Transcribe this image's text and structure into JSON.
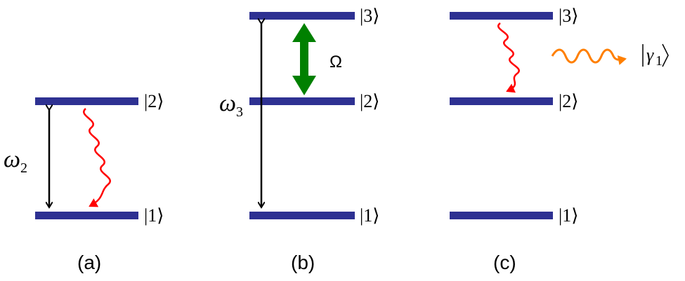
{
  "colors": {
    "level": "#2e3192",
    "decay": "#ff0000",
    "drive": "#008000",
    "photon": "#ff7f00",
    "arrow": "#000000"
  },
  "panels": [
    {
      "caption": "(a)",
      "levels": [
        {
          "label": "|2⟩"
        },
        {
          "label": "|1⟩"
        }
      ],
      "frequency": {
        "symbol": "ω",
        "subscript": "2"
      }
    },
    {
      "caption": "(b)",
      "levels": [
        {
          "label": "|3⟩"
        },
        {
          "label": "|2⟩"
        },
        {
          "label": "|1⟩"
        }
      ],
      "frequency": {
        "symbol": "ω",
        "subscript": "3"
      },
      "coupling": "Ω"
    },
    {
      "caption": "(c)",
      "levels": [
        {
          "label": "|3⟩"
        },
        {
          "label": "|2⟩"
        },
        {
          "label": "|1⟩"
        }
      ],
      "photon_state": {
        "symbol": "γ",
        "subscript": "1"
      }
    }
  ]
}
